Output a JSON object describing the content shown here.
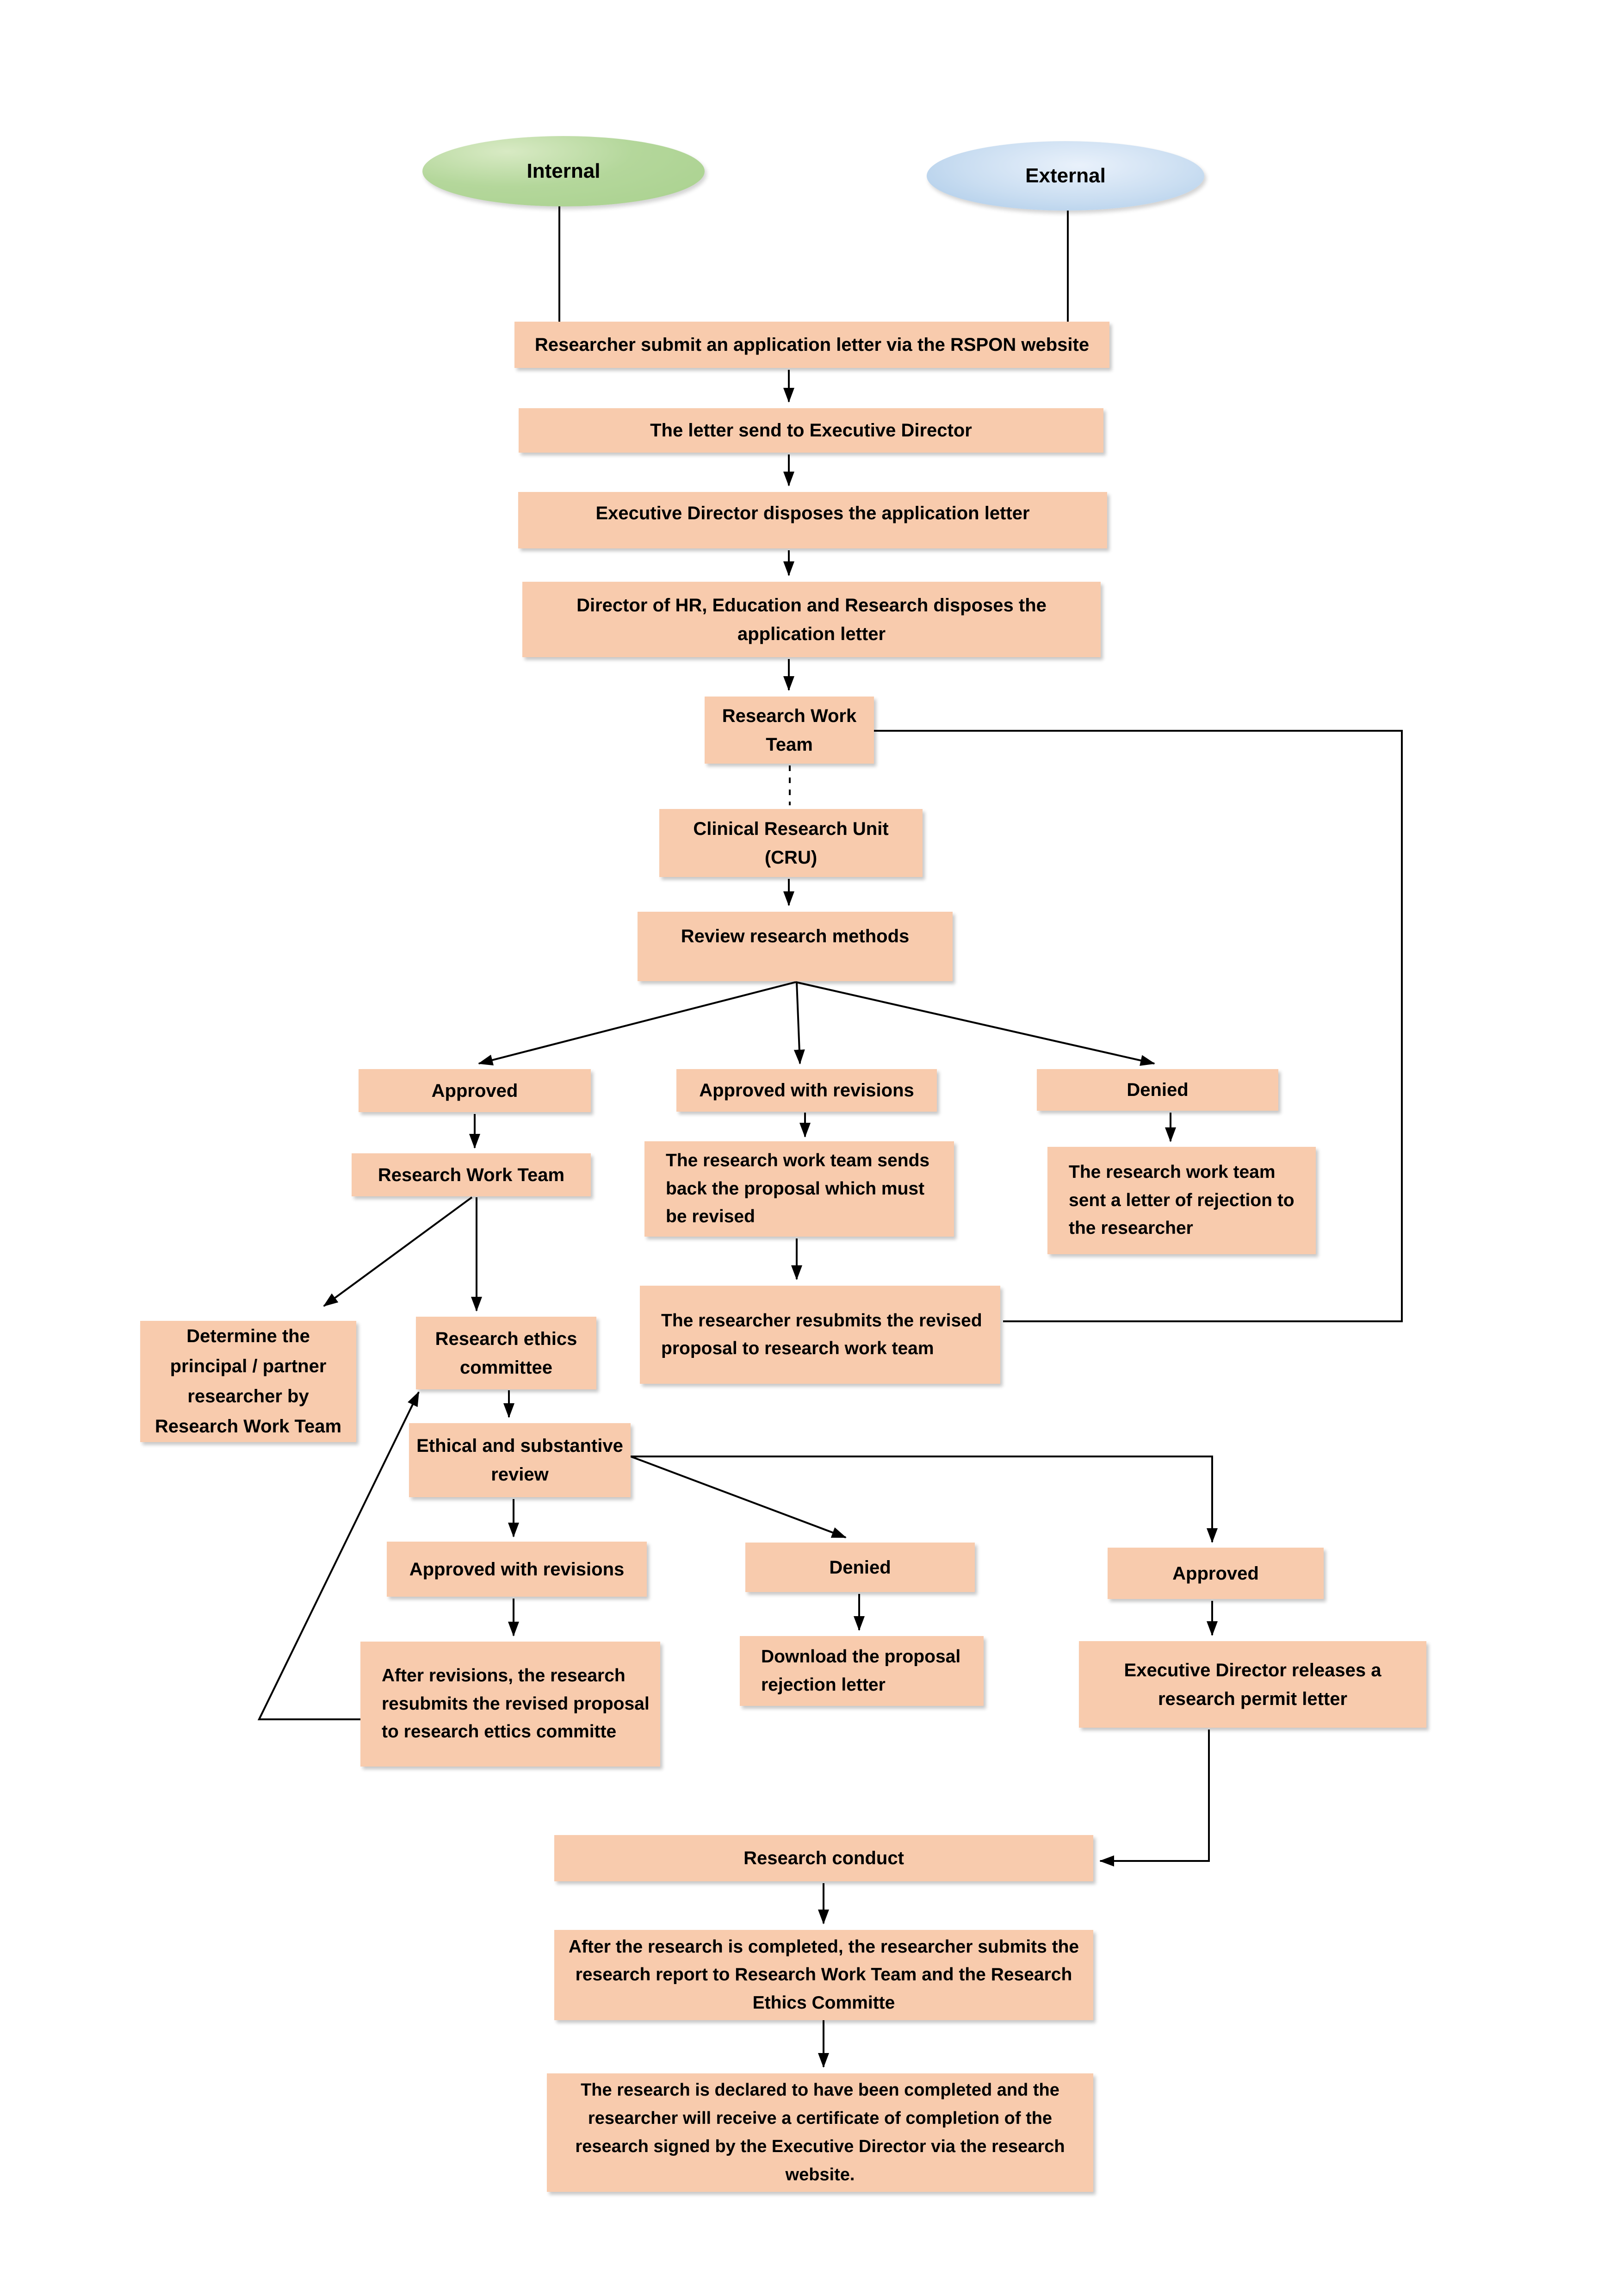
{
  "diagram": {
    "title": "Research application flowchart (RSPON)",
    "colors": {
      "process_fill": "#F8CBAD",
      "internal_terminal_fill": "#A9D18E",
      "external_terminal_fill": "#BDD7EE",
      "connector_line": "#000000",
      "text": "#000000",
      "background": "#FFFFFF"
    },
    "terminals": {
      "internal": {
        "label": "Internal"
      },
      "external": {
        "label": "External"
      }
    },
    "nodes": {
      "submit": {
        "label": "Researcher submit an application letter via the RSPON website"
      },
      "letter": {
        "label": "The letter send to Executive Director"
      },
      "ed_dispose": {
        "label": "Executive Director disposes the application letter"
      },
      "hr_dispose": {
        "label": "Director of HR, Education and Research disposes the application letter"
      },
      "rwt1": {
        "label": "Research Work Team"
      },
      "cru": {
        "label": "Clinical Research Unit (CRU)"
      },
      "review": {
        "label": "Review research methods"
      },
      "approved1": {
        "label": "Approved"
      },
      "awr1": {
        "label": "Approved with revisions"
      },
      "denied1": {
        "label": "Denied"
      },
      "rwt2": {
        "label": "Research Work Team"
      },
      "sendback": {
        "label": "The research work team sends back the proposal which must be revised"
      },
      "rejection": {
        "label": "The research work team sent a letter of rejection to the researcher"
      },
      "resubmit": {
        "label": "The researcher resubmits the revised proposal to research work team"
      },
      "determine": {
        "label": "Determine the principal / partner researcher by Research Work Team"
      },
      "ethics": {
        "label": "Research ethics committee"
      },
      "ethical": {
        "label": "Ethical and substantive review"
      },
      "awr2": {
        "label": "Approved with revisions"
      },
      "afterrev": {
        "label": "After revisions, the research resubmits the revised proposal to research ettics committe"
      },
      "denied2": {
        "label": "Denied"
      },
      "download": {
        "label": "Download the proposal rejection letter"
      },
      "approved2": {
        "label": "Approved"
      },
      "permit": {
        "label": "Executive Director releases a research permit letter"
      },
      "conduct": {
        "label": "Research conduct"
      },
      "report": {
        "label": "After the research is completed, the researcher submits the research report to Research Work Team and the Research Ethics Committe"
      },
      "declared": {
        "label": "The research is declared to have been completed and the researcher will receive a certificate of completion of the research signed by the Executive Director via the research website."
      }
    },
    "edges": [
      {
        "from": "internal",
        "to": "submit",
        "style": "line"
      },
      {
        "from": "external",
        "to": "submit",
        "style": "line"
      },
      {
        "from": "submit",
        "to": "letter",
        "style": "arrow"
      },
      {
        "from": "letter",
        "to": "ed_dispose",
        "style": "arrow"
      },
      {
        "from": "ed_dispose",
        "to": "hr_dispose",
        "style": "arrow"
      },
      {
        "from": "hr_dispose",
        "to": "rwt1",
        "style": "arrow"
      },
      {
        "from": "rwt1",
        "to": "cru",
        "style": "dashed"
      },
      {
        "from": "cru",
        "to": "review",
        "style": "arrow"
      },
      {
        "from": "review",
        "to": "approved1",
        "style": "arrow"
      },
      {
        "from": "review",
        "to": "awr1",
        "style": "arrow"
      },
      {
        "from": "review",
        "to": "denied1",
        "style": "arrow"
      },
      {
        "from": "approved1",
        "to": "rwt2",
        "style": "arrow"
      },
      {
        "from": "awr1",
        "to": "sendback",
        "style": "arrow"
      },
      {
        "from": "denied1",
        "to": "rejection",
        "style": "arrow"
      },
      {
        "from": "sendback",
        "to": "resubmit",
        "style": "arrow"
      },
      {
        "from": "resubmit",
        "to": "rwt1",
        "style": "line-loop-right"
      },
      {
        "from": "rwt2",
        "to": "determine",
        "style": "arrow"
      },
      {
        "from": "rwt2",
        "to": "ethics",
        "style": "arrow"
      },
      {
        "from": "ethics",
        "to": "ethical",
        "style": "arrow"
      },
      {
        "from": "ethical",
        "to": "awr2",
        "style": "arrow"
      },
      {
        "from": "ethical",
        "to": "denied2",
        "style": "arrow"
      },
      {
        "from": "ethical",
        "to": "approved2",
        "style": "arrow"
      },
      {
        "from": "awr2",
        "to": "afterrev",
        "style": "arrow"
      },
      {
        "from": "afterrev",
        "to": "ethics",
        "style": "arrow-loop-left"
      },
      {
        "from": "denied2",
        "to": "download",
        "style": "arrow"
      },
      {
        "from": "approved2",
        "to": "permit",
        "style": "arrow"
      },
      {
        "from": "permit",
        "to": "conduct",
        "style": "arrow"
      },
      {
        "from": "conduct",
        "to": "report",
        "style": "arrow"
      },
      {
        "from": "report",
        "to": "declared",
        "style": "arrow"
      }
    ]
  }
}
